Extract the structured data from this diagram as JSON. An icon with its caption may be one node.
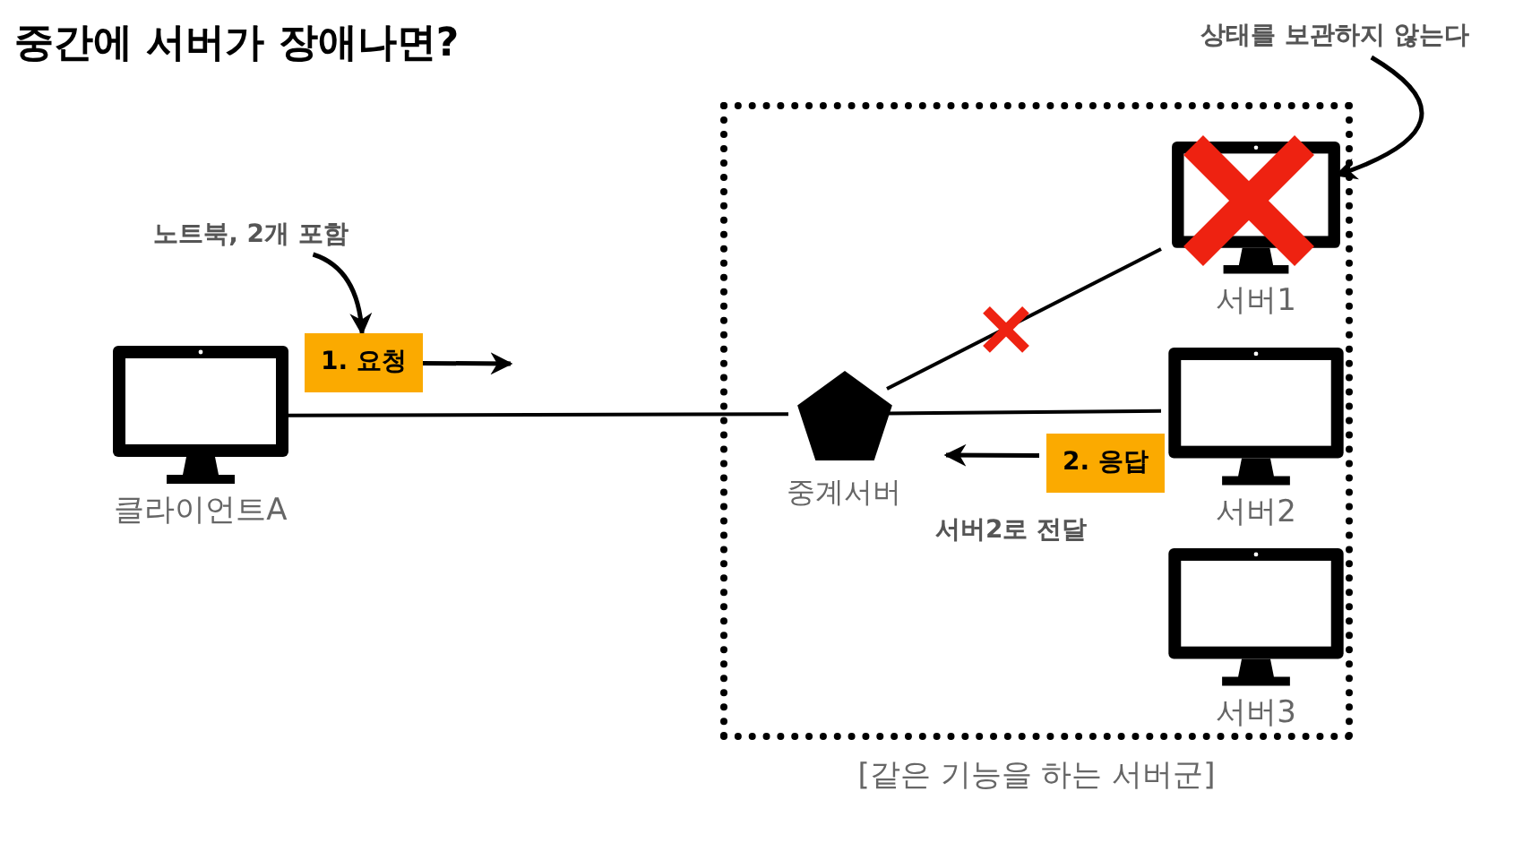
{
  "diagram": {
    "title": "중간에 서버가 장애나면?",
    "nodes": [
      {
        "text": [
          "[같은 기능을 하는 서버군]"
        ]
      },
      {
        "text": [
          "클라이언트A"
        ]
      },
      {
        "text": [
          "중계서버"
        ],
        "in": 0
      },
      {
        "text": [
          "서버1"
        ],
        "in": 0
      },
      {
        "text": [
          "서버2"
        ],
        "in": 0
      },
      {
        "text": [
          "서버3"
        ],
        "in": 0
      },
      {
        "text": [
          "노트북, 2개 포함"
        ]
      },
      {
        "text": [
          "1. 요청"
        ]
      },
      {
        "text": [
          "2. 응답"
        ],
        "in": 0
      },
      {
        "text": [
          "상태를 보관하지 않는다"
        ]
      }
    ],
    "edges": [
      {
        "from": 1,
        "to": 2,
        "arrow": "none"
      },
      {
        "from": 2,
        "to": 3,
        "arrow": "none"
      },
      {
        "from": 2,
        "to": 4,
        "arrow": "none"
      },
      {
        "from": 6,
        "to": 7,
        "arrow": "to"
      },
      {
        "from": 9,
        "to": 3,
        "arrow": "to"
      },
      {
        "from": 7,
        "to": null,
        "arrow": "to"
      },
      {
        "from": 8,
        "to": null,
        "arrow": "to"
      }
    ],
    "labels": [
      "서버2로 전달"
    ]
  }
}
